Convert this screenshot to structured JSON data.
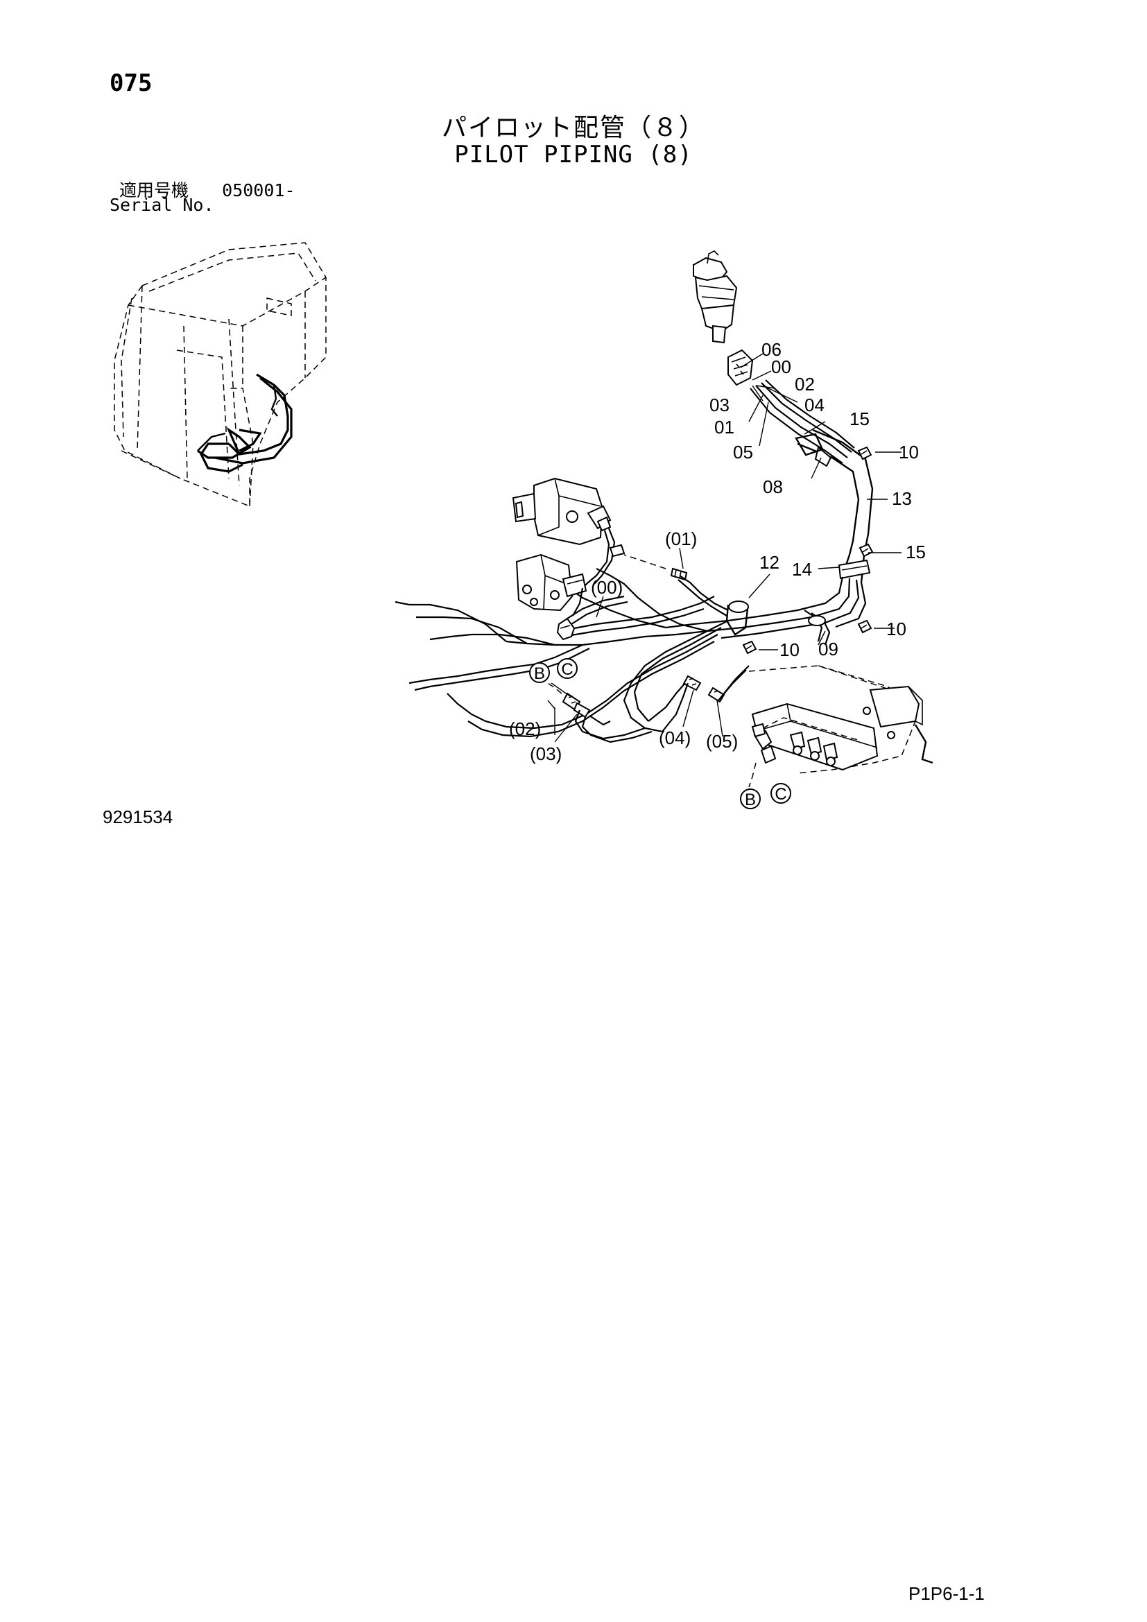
{
  "header": {
    "page_number": "075",
    "title_jp": "パイロット配管（８）",
    "title_en": "PILOT PIPING (8)",
    "serial_label_jp": "適用号機",
    "serial_value": "050001-",
    "serial_label_en": "Serial No."
  },
  "footer": {
    "drawing_number": "9291534",
    "page_reference": "P1P6-1-1"
  },
  "callouts": {
    "c06": "06",
    "c00": "00",
    "c02": "02",
    "c03": "03",
    "c04": "04",
    "c01": "01",
    "c15a": "15",
    "c05": "05",
    "c10a": "10",
    "c08": "08",
    "c13": "13",
    "p01": "(01)",
    "c12": "12",
    "c15b": "15",
    "c14": "14",
    "p00": "(00)",
    "c10b": "10",
    "c09": "09",
    "c10c": "10",
    "bB1": "B",
    "bC1": "C",
    "p02": "(02)",
    "p03": "(03)",
    "p04": "(04)",
    "p05": "(05)",
    "bB2": "B",
    "bC2": "C"
  }
}
